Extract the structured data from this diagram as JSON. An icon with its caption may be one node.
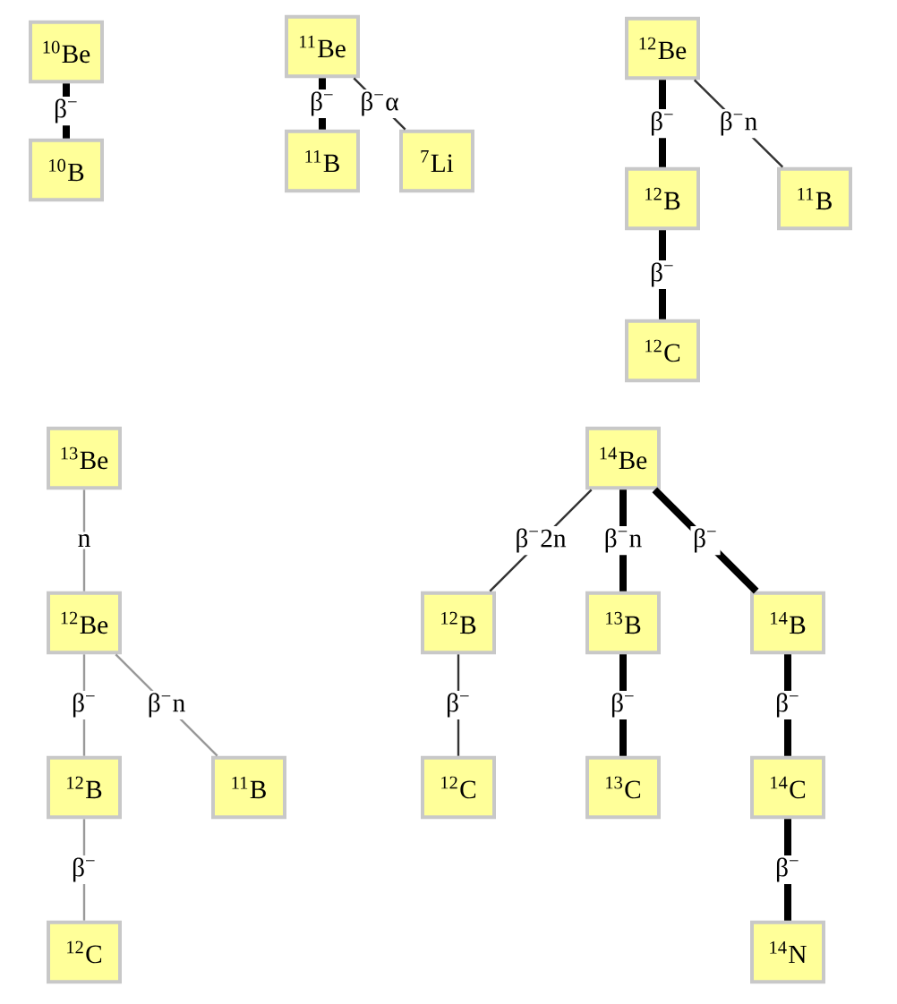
{
  "diagram": {
    "nodes": [
      {
        "text": [
          "$^{10}$Be"
        ]
      },
      {
        "text": [
          "$^{10}$B"
        ]
      },
      {
        "text": [
          "$^{11}$Be"
        ]
      },
      {
        "text": [
          "$^{11}$B"
        ]
      },
      {
        "text": [
          "$^{7}$Li"
        ]
      },
      {
        "text": [
          "$^{12}$Be"
        ]
      },
      {
        "text": [
          "$^{12}$B"
        ]
      },
      {
        "text": [
          "$^{11}$B"
        ]
      },
      {
        "text": [
          "$^{12}$C"
        ]
      },
      {
        "text": [
          "$^{13}$Be"
        ]
      },
      {
        "text": [
          "$^{12}$Be"
        ]
      },
      {
        "text": [
          "$^{12}$B"
        ]
      },
      {
        "text": [
          "$^{11}$B"
        ]
      },
      {
        "text": [
          "$^{12}$C"
        ]
      },
      {
        "text": [
          "$^{14}$Be"
        ]
      },
      {
        "text": [
          "$^{12}$B"
        ]
      },
      {
        "text": [
          "$^{13}$B"
        ]
      },
      {
        "text": [
          "$^{14}$B"
        ]
      },
      {
        "text": [
          "$^{12}$C"
        ]
      },
      {
        "text": [
          "$^{13}$C"
        ]
      },
      {
        "text": [
          "$^{14}$C"
        ]
      },
      {
        "text": [
          "$^{14}$N"
        ]
      }
    ],
    "edges": [
      {
        "from": 0,
        "to": 1,
        "arrow": "none",
        "label": "β$^{−}$"
      },
      {
        "from": 2,
        "to": 3,
        "arrow": "none",
        "label": "β$^{−}$"
      },
      {
        "from": 2,
        "to": 4,
        "arrow": "none",
        "label": "β$^{−}$α",
        "color": "#333333"
      },
      {
        "from": 5,
        "to": 6,
        "arrow": "none",
        "label": "β$^{−}$"
      },
      {
        "from": 5,
        "to": 7,
        "arrow": "none",
        "label": "β$^{−}$n",
        "color": "#333333"
      },
      {
        "from": 6,
        "to": 8,
        "arrow": "none",
        "label": "β$^{−}$"
      },
      {
        "from": 9,
        "to": 10,
        "arrow": "none",
        "label": "n",
        "color": "#999999"
      },
      {
        "from": 10,
        "to": 11,
        "arrow": "none",
        "label": "β$^{−}$",
        "color": "#999999"
      },
      {
        "from": 10,
        "to": 12,
        "arrow": "none",
        "label": "β$^{−}$n",
        "color": "#999999"
      },
      {
        "from": 11,
        "to": 13,
        "arrow": "none",
        "label": "β$^{−}$",
        "color": "#999999"
      },
      {
        "from": 14,
        "to": 15,
        "arrow": "none",
        "label": "β$^{−}$2n",
        "color": "#333333"
      },
      {
        "from": 14,
        "to": 16,
        "arrow": "none",
        "label": "β$^{−}$n"
      },
      {
        "from": 14,
        "to": 17,
        "arrow": "none",
        "label": "β$^{−}$"
      },
      {
        "from": 15,
        "to": 18,
        "arrow": "none",
        "label": "β$^{−}$",
        "color": "#333333"
      },
      {
        "from": 16,
        "to": 19,
        "arrow": "none",
        "label": "β$^{−}$"
      },
      {
        "from": 17,
        "to": 20,
        "arrow": "none",
        "label": "β$^{−}$"
      },
      {
        "from": 20,
        "to": 21,
        "arrow": "none",
        "label": "β$^{−}$"
      }
    ]
  }
}
